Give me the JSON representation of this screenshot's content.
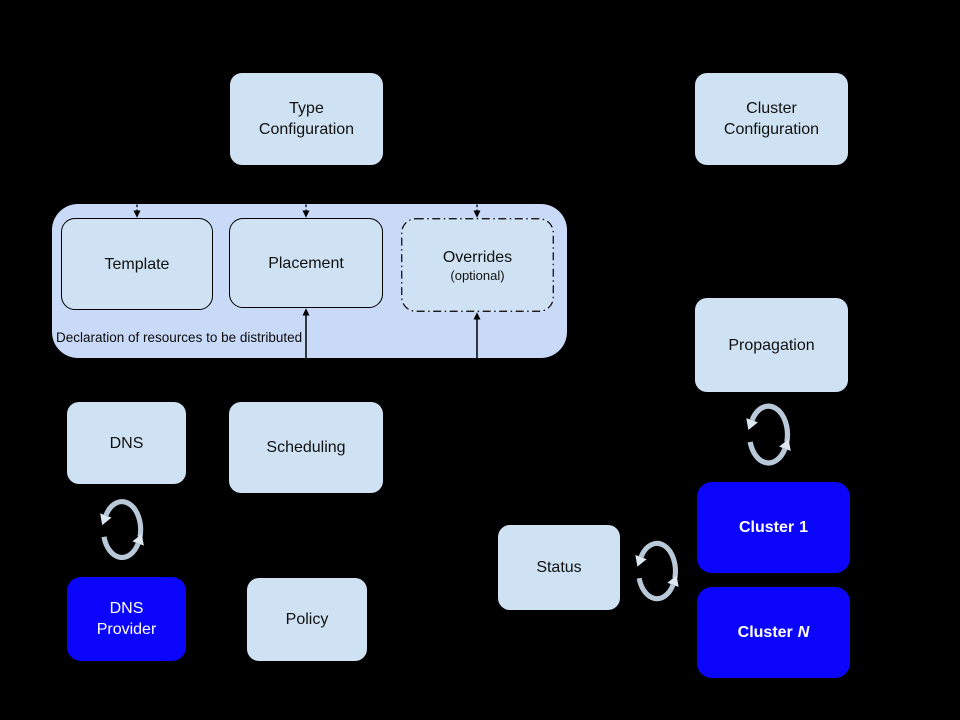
{
  "colors": {
    "bg": "#000000",
    "light_box": "#cfe2f3",
    "container_fill": "#c9daf8",
    "cluster_blue": "#0b06fb",
    "sync_arc": "#b9c9d8",
    "sync_arrowhead": "#dde7f0",
    "connector_line": "#000000"
  },
  "nodes": {
    "type_configuration": {
      "line1": "Type",
      "line2": "Configuration"
    },
    "cluster_configuration": {
      "line1": "Cluster",
      "line2": "Configuration"
    },
    "template": {
      "label": "Template"
    },
    "placement": {
      "label": "Placement"
    },
    "overrides": {
      "label": "Overrides",
      "note": "(optional)"
    },
    "declaration_caption": "Declaration of resources to be distributed",
    "dns": {
      "label": "DNS"
    },
    "scheduling": {
      "label": "Scheduling"
    },
    "dns_provider": {
      "line1": "DNS",
      "line2": "Provider"
    },
    "policy": {
      "label": "Policy"
    },
    "propagation": {
      "label": "Propagation"
    },
    "status": {
      "label": "Status"
    },
    "cluster_1": {
      "prefix": "Cluster",
      "id": "1"
    },
    "cluster_n": {
      "prefix": "Cluster",
      "id": "N"
    }
  },
  "icons": {
    "sync": "sync-arrows-icon"
  }
}
